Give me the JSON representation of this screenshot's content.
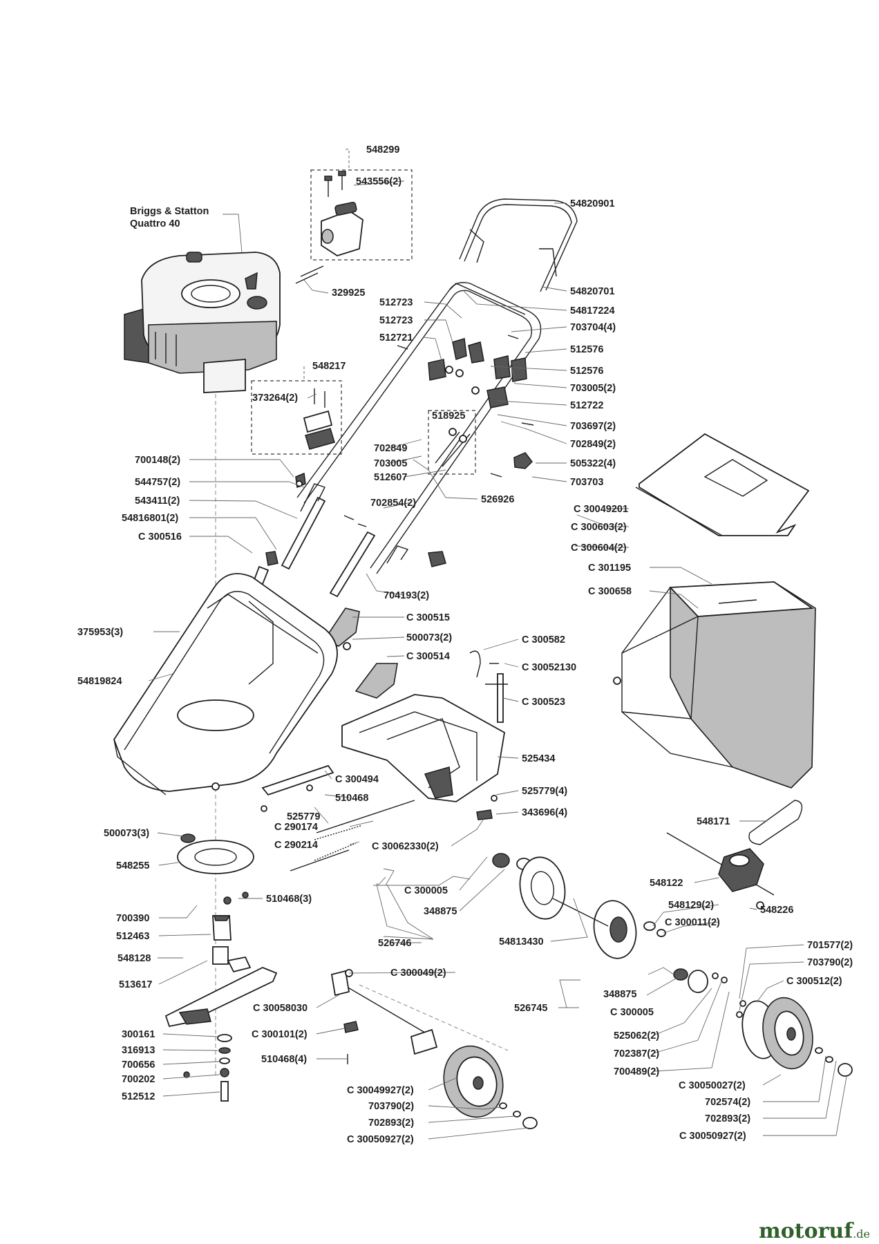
{
  "engine_label_line1": "Briggs & Statton",
  "engine_label_line2": "Quattro 40",
  "labels": [
    {
      "id": "p548299",
      "text": "548299"
    },
    {
      "id": "p543556",
      "text": "543556(2)"
    },
    {
      "id": "p329925",
      "text": "329925"
    },
    {
      "id": "p548217",
      "text": "548217"
    },
    {
      "id": "p373264",
      "text": "373264(2)"
    },
    {
      "id": "p54820901",
      "text": "54820901"
    },
    {
      "id": "p54820701",
      "text": "54820701"
    },
    {
      "id": "p54817224",
      "text": "54817224"
    },
    {
      "id": "p512723a",
      "text": "512723"
    },
    {
      "id": "p512723b",
      "text": "512723"
    },
    {
      "id": "p512721",
      "text": "512721"
    },
    {
      "id": "p703704",
      "text": "703704(4)"
    },
    {
      "id": "p512576a",
      "text": "512576"
    },
    {
      "id": "p512576b",
      "text": "512576"
    },
    {
      "id": "p703005b",
      "text": "703005(2)"
    },
    {
      "id": "p512722",
      "text": "512722"
    },
    {
      "id": "p518925",
      "text": "518925"
    },
    {
      "id": "p703697",
      "text": "703697(2)"
    },
    {
      "id": "p702849a",
      "text": "702849"
    },
    {
      "id": "p702849b",
      "text": "702849(2)"
    },
    {
      "id": "p703005a",
      "text": "703005"
    },
    {
      "id": "p505322",
      "text": "505322(4)"
    },
    {
      "id": "p512607",
      "text": "512607"
    },
    {
      "id": "p703703",
      "text": "703703"
    },
    {
      "id": "p700148",
      "text": "700148(2)"
    },
    {
      "id": "p544757",
      "text": "544757(2)"
    },
    {
      "id": "p543411",
      "text": "543411(2)"
    },
    {
      "id": "p526926",
      "text": "526926"
    },
    {
      "id": "p702854",
      "text": "702854(2)"
    },
    {
      "id": "p54816801",
      "text": "54816801(2)"
    },
    {
      "id": "pC300516",
      "text": "C 300516"
    },
    {
      "id": "pC30049201",
      "text": "C 30049201"
    },
    {
      "id": "pC300603",
      "text": "C 300603(2)"
    },
    {
      "id": "pC300604",
      "text": "C 300604(2)"
    },
    {
      "id": "pC301195",
      "text": "C 301195"
    },
    {
      "id": "p704193",
      "text": "704193(2)"
    },
    {
      "id": "pC300658",
      "text": "C 300658"
    },
    {
      "id": "pC300515",
      "text": "C 300515"
    },
    {
      "id": "p375953",
      "text": "375953(3)"
    },
    {
      "id": "p500073b",
      "text": "500073(2)"
    },
    {
      "id": "pC300582",
      "text": "C 300582"
    },
    {
      "id": "pC300514",
      "text": "C 300514"
    },
    {
      "id": "pC30052130",
      "text": "C 30052130"
    },
    {
      "id": "p54819824",
      "text": "54819824"
    },
    {
      "id": "pC300523",
      "text": "C 300523"
    },
    {
      "id": "p525434",
      "text": "525434"
    },
    {
      "id": "pC300494",
      "text": "C 300494"
    },
    {
      "id": "p510468a",
      "text": "510468"
    },
    {
      "id": "p525779b",
      "text": "525779(4)"
    },
    {
      "id": "p525779a",
      "text": "525779"
    },
    {
      "id": "p343696",
      "text": "343696(4)"
    },
    {
      "id": "pC290174",
      "text": "C 290174"
    },
    {
      "id": "p548171",
      "text": "548171"
    },
    {
      "id": "p500073a",
      "text": "500073(3)"
    },
    {
      "id": "pC290214",
      "text": "C 290214"
    },
    {
      "id": "pC30062330",
      "text": "C 30062330(2)"
    },
    {
      "id": "p548255",
      "text": "548255"
    },
    {
      "id": "pC300005a",
      "text": "C 300005"
    },
    {
      "id": "p548122",
      "text": "548122"
    },
    {
      "id": "p510468b",
      "text": "510468(3)"
    },
    {
      "id": "p548226",
      "text": "548226"
    },
    {
      "id": "p348875a",
      "text": "348875"
    },
    {
      "id": "p548129",
      "text": "548129(2)"
    },
    {
      "id": "p700390",
      "text": "700390"
    },
    {
      "id": "pC300011",
      "text": "C 300011(2)"
    },
    {
      "id": "p512463",
      "text": "512463"
    },
    {
      "id": "p526746",
      "text": "526746"
    },
    {
      "id": "p54813430",
      "text": "54813430"
    },
    {
      "id": "p548128",
      "text": "548128"
    },
    {
      "id": "p701577",
      "text": "701577(2)"
    },
    {
      "id": "p703790b",
      "text": "703790(2)"
    },
    {
      "id": "pC300049",
      "text": "C 300049(2)"
    },
    {
      "id": "pC300512",
      "text": "C 300512(2)"
    },
    {
      "id": "p513617",
      "text": "513617"
    },
    {
      "id": "p348875b",
      "text": "348875"
    },
    {
      "id": "pC30058030",
      "text": "C 30058030"
    },
    {
      "id": "p526745",
      "text": "526745"
    },
    {
      "id": "pC300005b",
      "text": "C 300005"
    },
    {
      "id": "p300161",
      "text": "300161"
    },
    {
      "id": "pC300101",
      "text": "C 300101(2)"
    },
    {
      "id": "p525062",
      "text": "525062(2)"
    },
    {
      "id": "p316913",
      "text": "316913"
    },
    {
      "id": "p702387",
      "text": "702387(2)"
    },
    {
      "id": "p700656",
      "text": "700656"
    },
    {
      "id": "p510468c",
      "text": "510468(4)"
    },
    {
      "id": "p700489",
      "text": "700489(2)"
    },
    {
      "id": "p700202",
      "text": "700202"
    },
    {
      "id": "pC30050027",
      "text": "C 30050027(2)"
    },
    {
      "id": "p512512",
      "text": "512512"
    },
    {
      "id": "pC30049927",
      "text": "C 30049927(2)"
    },
    {
      "id": "p702574",
      "text": "702574(2)"
    },
    {
      "id": "p703790a",
      "text": "703790(2)"
    },
    {
      "id": "p702893b",
      "text": "702893(2)"
    },
    {
      "id": "p702893a",
      "text": "702893(2)"
    },
    {
      "id": "pC30050927b",
      "text": "C 30050927(2)"
    },
    {
      "id": "pC30050927a",
      "text": "C 30050927(2)"
    }
  ],
  "watermark": {
    "moto": "moto",
    "ruf": "ruf",
    "de": ".de"
  }
}
